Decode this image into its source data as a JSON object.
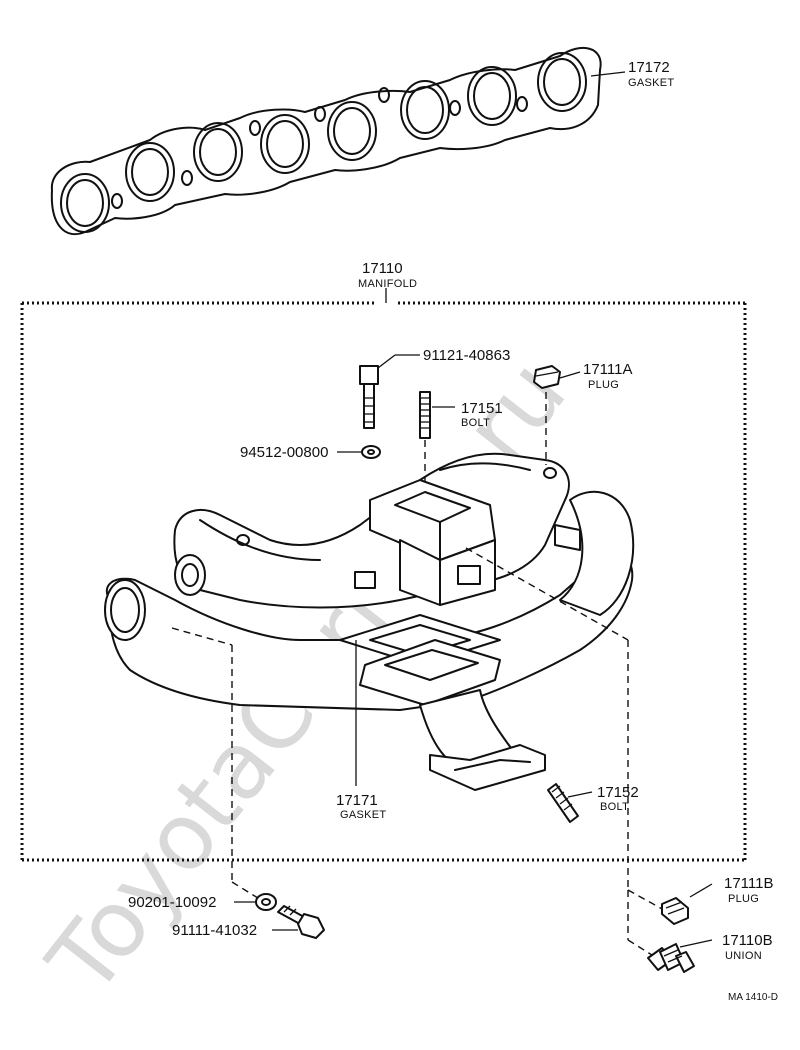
{
  "watermark": "ToyotaCarFine.ru",
  "footer_code": "MA 1410-D",
  "parts": {
    "gasket_top": {
      "number": "17172",
      "name": "GASKET"
    },
    "manifold": {
      "number": "17110",
      "name": "MANIFOLD"
    },
    "bolt_a": {
      "number": "91121-40863"
    },
    "plug_a": {
      "number": "17111A",
      "name": "PLUG"
    },
    "bolt_17151": {
      "number": "17151",
      "name": "BOLT"
    },
    "washer_a": {
      "number": "94512-00800"
    },
    "gasket_17171": {
      "number": "17171",
      "name": "GASKET"
    },
    "bolt_17152": {
      "number": "17152",
      "name": "BOLT"
    },
    "washer_b": {
      "number": "90201-10092"
    },
    "bolt_b": {
      "number": "91111-41032"
    },
    "plug_b": {
      "number": "17111B",
      "name": "PLUG"
    },
    "union": {
      "number": "17110B",
      "name": "UNION"
    }
  }
}
